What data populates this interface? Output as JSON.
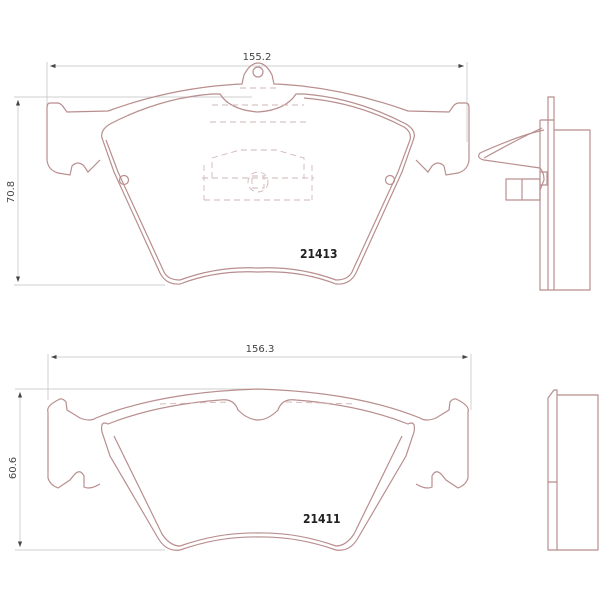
{
  "pads": [
    {
      "part_number": "21413",
      "width_label": "155.2",
      "height_label": "70.8"
    },
    {
      "part_number": "21411",
      "width_label": "156.3",
      "height_label": "60.6"
    }
  ],
  "colors": {
    "outline": "#b98e8e",
    "dimension": "#bfbfbf",
    "text": "#222222"
  }
}
